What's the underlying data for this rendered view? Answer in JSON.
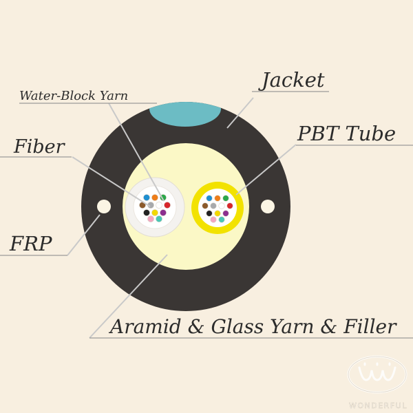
{
  "labels": {
    "jacket": "Jacket",
    "water_block_yarn": "Water-Block Yarn",
    "pbt_tube": "PBT Tube",
    "fiber": "Fiber",
    "frp": "FRP",
    "filler": "Aramid & Glass Yarn & Filler"
  },
  "logo": {
    "name": "WONDERFUL"
  },
  "colors": {
    "background": "#f8efe0",
    "jacket": "#3a3634",
    "jacket_stripe": "#6cbcc4",
    "filler": "#fbf8c6",
    "water_block_tube": "#f4f2ef",
    "pbt_tube": "#f2e200",
    "frp": "#fbf5e4"
  },
  "fibers": [
    {
      "color": "#1f8fd1",
      "icon": "fiber-blue"
    },
    {
      "color": "#ee7d1a",
      "icon": "fiber-orange"
    },
    {
      "color": "#2ba84a",
      "icon": "fiber-green"
    },
    {
      "color": "#8b5a2b",
      "icon": "fiber-brown"
    },
    {
      "color": "#a7a9ac",
      "icon": "fiber-slate"
    },
    {
      "color": "#ffffff",
      "icon": "fiber-white"
    },
    {
      "color": "#d7262a",
      "icon": "fiber-red"
    },
    {
      "color": "#222222",
      "icon": "fiber-black"
    },
    {
      "color": "#f2d800",
      "icon": "fiber-yellow"
    },
    {
      "color": "#8c2f8f",
      "icon": "fiber-violet"
    },
    {
      "color": "#f4a6c0",
      "icon": "fiber-pink"
    },
    {
      "color": "#48c6b5",
      "icon": "fiber-aqua"
    }
  ]
}
